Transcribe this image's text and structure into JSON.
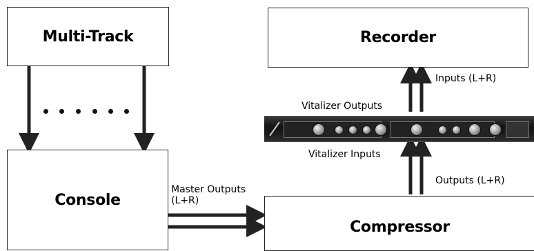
{
  "boxes": {
    "multitrack": "Multi-Track",
    "recorder": "Recorder",
    "console": "Console",
    "compressor": "Compressor"
  },
  "labels": {
    "inputs_lr": "Inputs (L+R)",
    "vitalizer_outputs": "Vitalizer Outputs",
    "vitalizer_inputs": "Vitalizer Inputs",
    "outputs_lr": "Outputs (L+R)",
    "master_outputs": "Master Outputs",
    "master_outputs_lr": "(L+R)"
  },
  "colors": {
    "line": "#222222",
    "device": "#1c1c1c"
  }
}
